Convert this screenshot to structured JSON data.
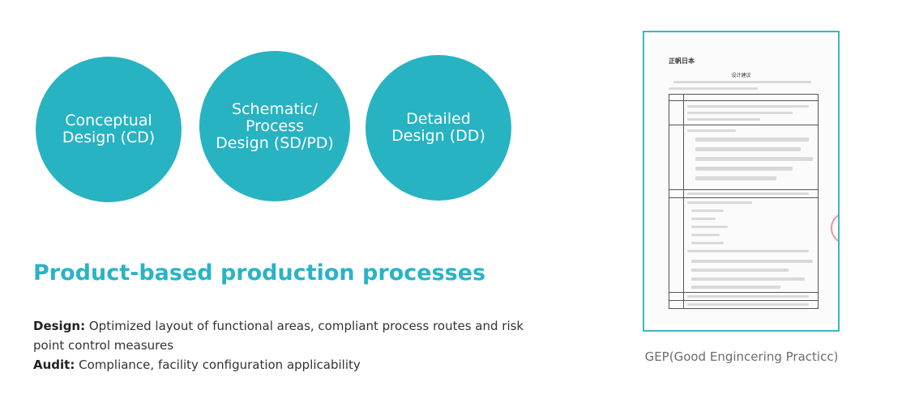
{
  "stages": [
    {
      "label": "Conceptual\nDesign (CD)"
    },
    {
      "label": "Schematic/\nProcess\nDesign (SD/PD)"
    },
    {
      "label": "Detailed\nDesign (DD)"
    }
  ],
  "heading": "Product-based production processes",
  "details": [
    {
      "term": "Design:",
      "text": " Optimized layout of functional areas, compliant process routes and risk point control measures"
    },
    {
      "term": "Audit:",
      "text": " Compliance, facility configuration applicability"
    }
  ],
  "document": {
    "logo": "正帆日本",
    "title": "设计建议",
    "caption": "GEP(Good Engincering Practicc)"
  },
  "colors": {
    "accent": "#27b3c2",
    "heading": "#2ab3c5"
  }
}
